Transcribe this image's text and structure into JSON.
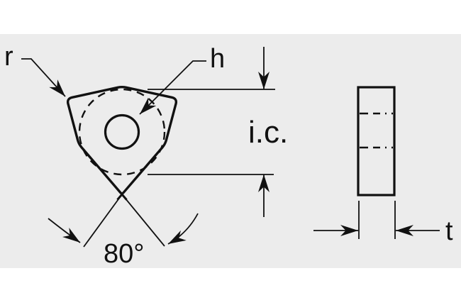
{
  "drawing": {
    "description": "Technical drawing of an 80-degree trigon cutting insert, front view and side (thickness) view",
    "labels": {
      "corner_radius": "r",
      "hole_diameter": "h",
      "inscribed_circle": "i.c.",
      "point_angle": "80°",
      "thickness": "t"
    },
    "colors": {
      "page_background": "#ffffff",
      "panel_background": "#ececec",
      "line": "#111111"
    }
  }
}
